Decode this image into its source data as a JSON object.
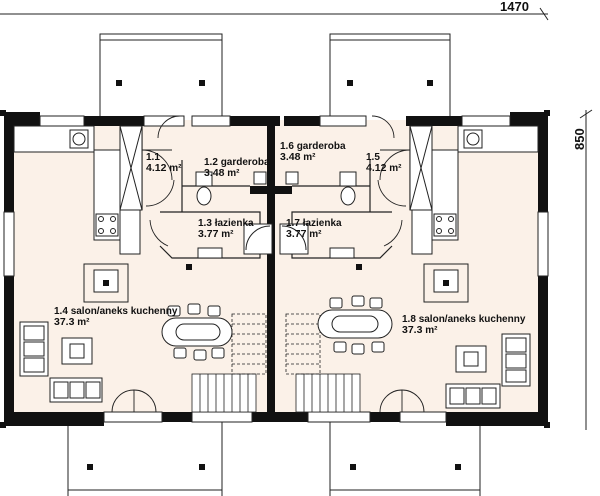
{
  "dimensions": {
    "width": "1470",
    "depth": "850"
  },
  "units": {
    "sq_m": "m²"
  },
  "rooms": [
    {
      "id": "1.1",
      "name": "",
      "area": "4.12"
    },
    {
      "id": "1.2",
      "name": "garderoba",
      "area": "3.48"
    },
    {
      "id": "1.3",
      "name": "łazienka",
      "area": "3.77"
    },
    {
      "id": "1.4",
      "name": "salon/aneks kuchenny",
      "area": "37.3"
    },
    {
      "id": "1.5",
      "name": "",
      "area": "4.12"
    },
    {
      "id": "1.6",
      "name": "garderoba",
      "area": "3.48"
    },
    {
      "id": "1.7",
      "name": "łazienka",
      "area": "3.77"
    },
    {
      "id": "1.8",
      "name": "salon/aneks kuchenny",
      "area": "37.3"
    }
  ],
  "colors": {
    "wall": "#111111",
    "floor": "#fbf1e8",
    "line": "#222222",
    "fixture": "#ffffff"
  }
}
